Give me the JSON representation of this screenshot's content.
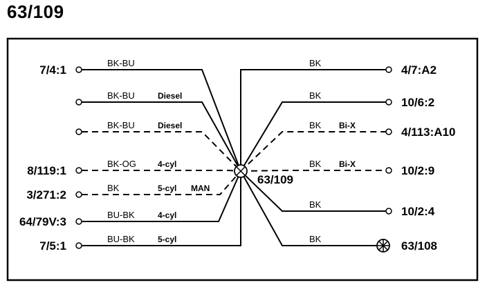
{
  "title": "63/109",
  "hub": {
    "label": "63/109"
  },
  "left_wires": [
    {
      "connector": "7/4:1",
      "color": "BK-BU",
      "note": "",
      "note2": "",
      "dashed": false
    },
    {
      "connector": "",
      "color": "BK-BU",
      "note": "Diesel",
      "note2": "",
      "dashed": false
    },
    {
      "connector": "",
      "color": "BK-BU",
      "note": "Diesel",
      "note2": "",
      "dashed": true
    },
    {
      "connector": "8/119:1",
      "color": "BK-OG",
      "note": "4-cyl",
      "note2": "",
      "dashed": true
    },
    {
      "connector": "3/271:2",
      "color": "BK",
      "note": "5-cyl",
      "note2": "MAN",
      "dashed": true
    },
    {
      "connector": "64/79V:3",
      "color": "BU-BK",
      "note": "4-cyl",
      "note2": "",
      "dashed": false
    },
    {
      "connector": "7/5:1",
      "color": "BU-BK",
      "note": "5-cyl",
      "note2": "",
      "dashed": false
    }
  ],
  "right_wires": [
    {
      "connector": "4/7:A2",
      "color": "BK",
      "note": "",
      "dashed": false,
      "ground": false
    },
    {
      "connector": "10/6:2",
      "color": "BK",
      "note": "",
      "dashed": false,
      "ground": false
    },
    {
      "connector": "4/113:A10",
      "color": "BK",
      "note": "Bi-X",
      "dashed": true,
      "ground": false
    },
    {
      "connector": "10/2:9",
      "color": "BK",
      "note": "Bi-X",
      "dashed": true,
      "ground": false
    },
    {
      "connector": "10/2:4",
      "color": "BK",
      "note": "",
      "dashed": false,
      "ground": false
    },
    {
      "connector": "63/108",
      "color": "BK",
      "note": "",
      "dashed": false,
      "ground": true
    }
  ]
}
